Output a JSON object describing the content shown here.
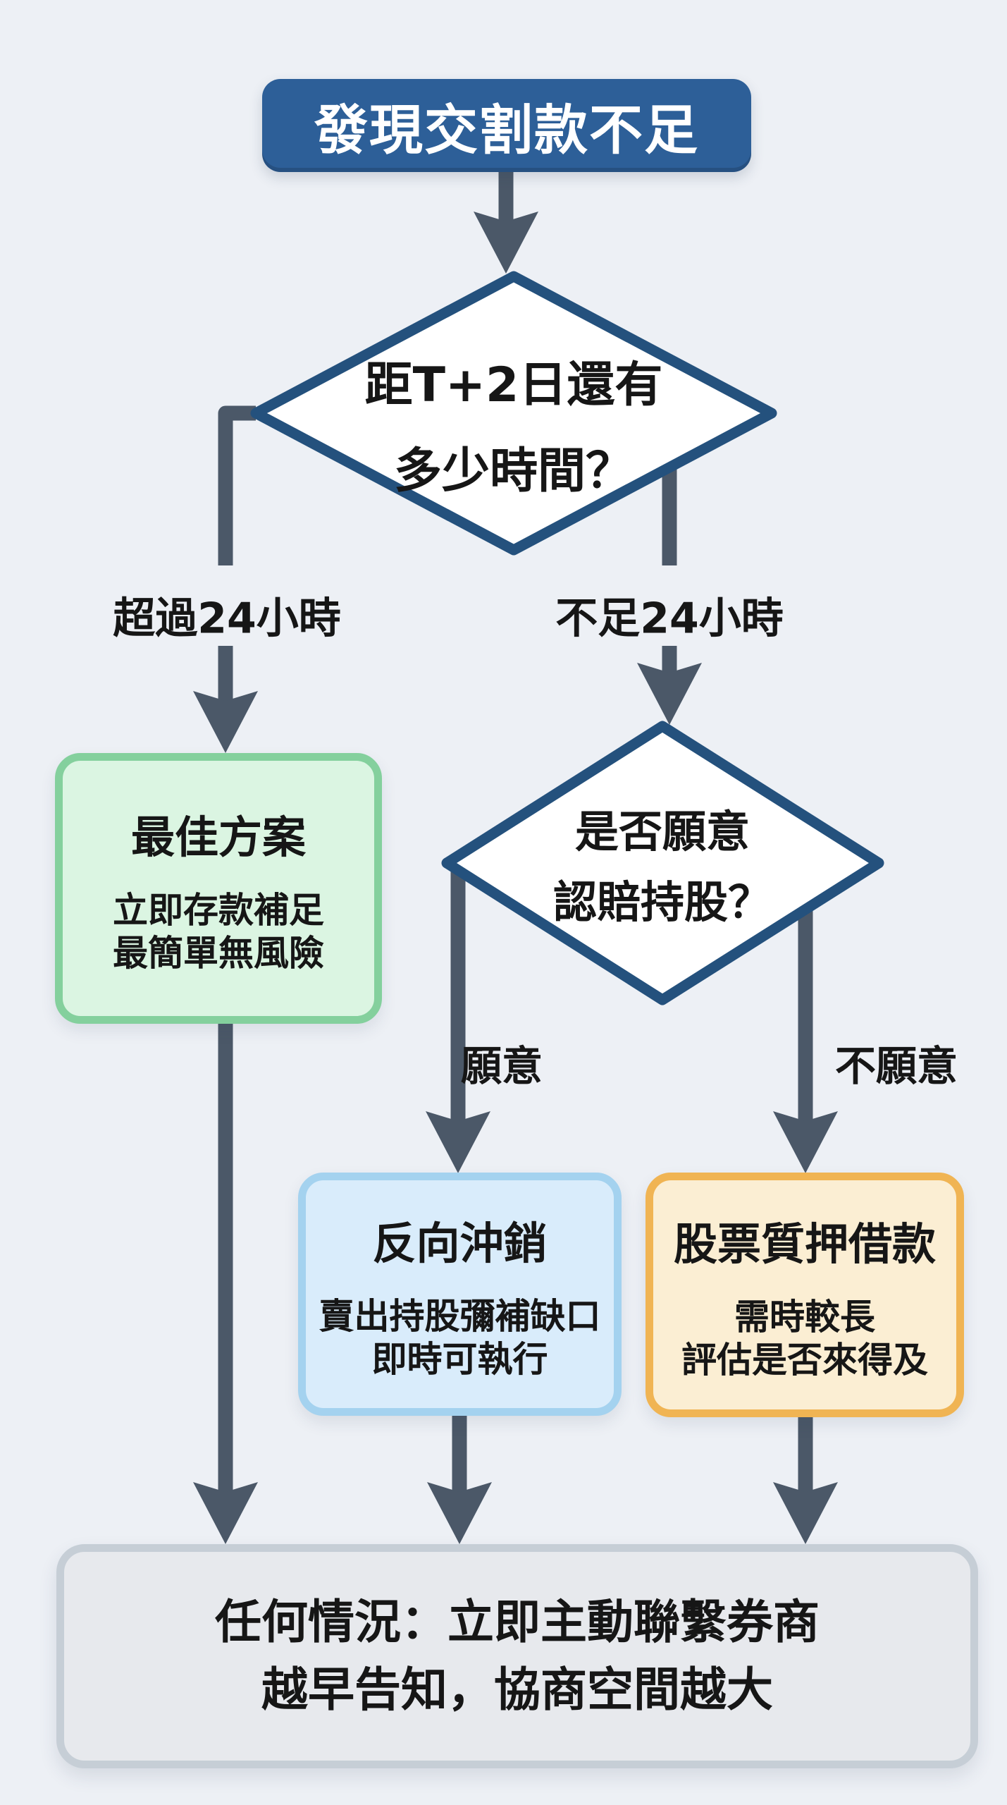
{
  "flowchart": {
    "start": {
      "label": "發現交割款不足"
    },
    "decision1": {
      "line1": "距T+2日還有",
      "line2": "多少時間？"
    },
    "decision2": {
      "line1": "是否願意",
      "line2": "認賠持股？"
    },
    "branches": {
      "over24": "超過24小時",
      "under24": "不足24小時",
      "willing": "願意",
      "unwilling": "不願意"
    },
    "outcomes": {
      "best": {
        "title": "最佳方案",
        "line1": "立即存款補足",
        "line2": "最簡單無風險"
      },
      "reverse": {
        "title": "反向沖銷",
        "line1": "賣出持股彌補缺口",
        "line2": "即時可執行"
      },
      "pledge": {
        "title": "股票質押借款",
        "line1": "需時較長",
        "line2": "評估是否來得及"
      }
    },
    "final": {
      "line1": "任何情況：立即主動聯繫券商",
      "line2": "越早告知，協商空間越大"
    },
    "colors": {
      "background": "#edf0f5",
      "connector": "#4b5868",
      "start_bg": "#2d5f98",
      "start_text": "#ffffff",
      "diamond_border": "#24517d",
      "diamond_fill": "#ffffff",
      "best_bg": "#dbf5e2",
      "best_border": "#84d09d",
      "reverse_bg": "#d9ecfb",
      "reverse_border": "#a4d2ef",
      "pledge_bg": "#fbeed3",
      "pledge_border": "#f0b453",
      "final_bg": "#e7e9ed",
      "final_border": "#c6ced6",
      "text": "#161616"
    }
  }
}
